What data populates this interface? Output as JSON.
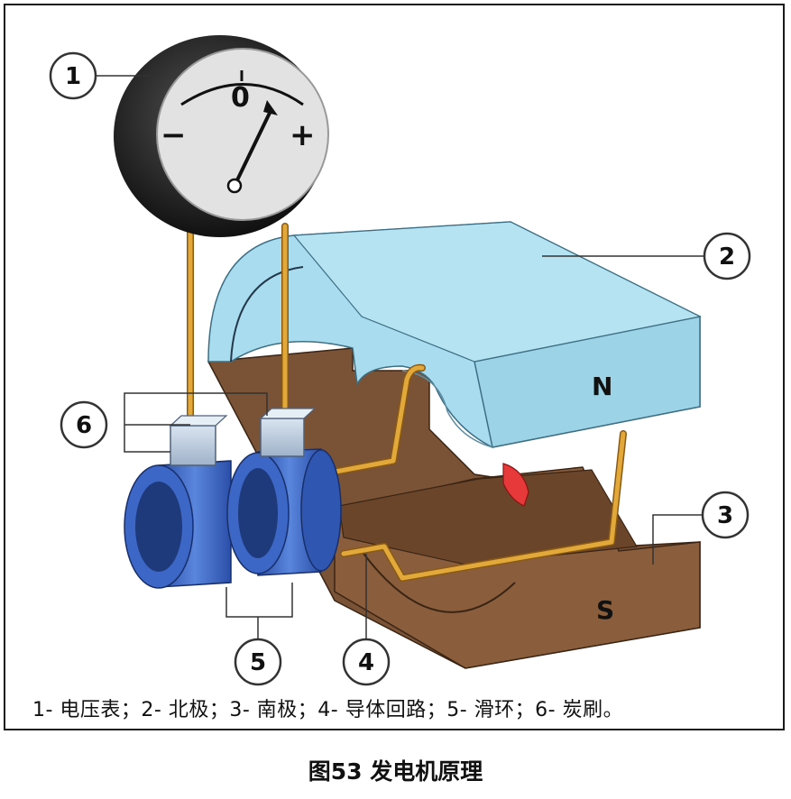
{
  "diagram": {
    "meter": {
      "zero_label": "0",
      "minus_label": "−",
      "plus_label": "+"
    },
    "poles": {
      "north_label": "N",
      "south_label": "S"
    },
    "callouts": [
      {
        "number": "1"
      },
      {
        "number": "2"
      },
      {
        "number": "3"
      },
      {
        "number": "4"
      },
      {
        "number": "5"
      },
      {
        "number": "6"
      }
    ],
    "legend": "1- 电压表；2- 北极；3- 南极；4- 导体回路；5- 滑环；6- 炭刷。",
    "caption": "图53 发电机原理",
    "colors": {
      "magnet_blue": "#a9dcee",
      "magnet_brown": "#7a5236",
      "wire_gold": "#e2a93a",
      "ring_blue": "#3c67c6",
      "coil_red": "#e8393a"
    }
  }
}
